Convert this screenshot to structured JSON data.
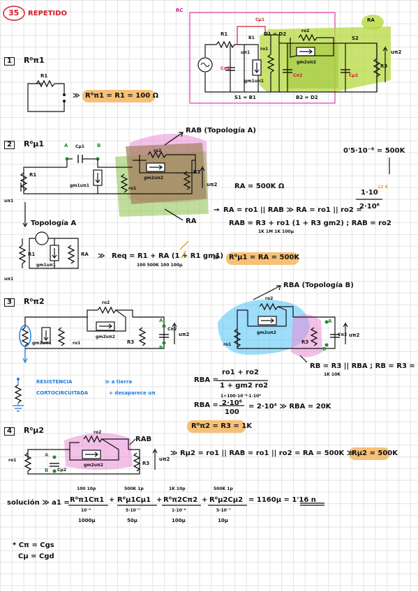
{
  "header": {
    "number": "35",
    "title": "REPETIDO"
  },
  "topdiagram": {
    "rc": "RC",
    "cmu1": "Cμ1",
    "r1": "R1",
    "b1": "B1",
    "upi1": "uπ1",
    "cpi1": "Cπ1",
    "gm1": "gm1uπ1",
    "d1d2": "D1 = D2",
    "ro1": "ro1",
    "ro2": "ro2",
    "gm2": "gm2uπ2",
    "cpi2": "Cπ2",
    "cmu2": "Cμ2",
    "s2": "S2",
    "r3": "R3",
    "upi2": "uπ2",
    "s1b1": "S1 = B1",
    "b2d2": "B2 = D2",
    "ra": "RA"
  },
  "s1": {
    "num": "1",
    "title": "R⁰π1",
    "r1": "R1",
    "result": "R⁰π1 = R1 = 100 Ω"
  },
  "s2": {
    "num": "2",
    "title": "R⁰μ1",
    "a": "A",
    "cmu1": "Cμ1",
    "b": "B",
    "r1": "R1",
    "gm1": "gm1uπ1",
    "ro1": "ro1",
    "ro2": "ro2",
    "gm2": "gm2uπ2",
    "r3": "R3",
    "upi2": "uπ2",
    "upi1": "uπ1",
    "rab_label": "RAB (Topología A)",
    "ra_val": "RA = 500K Ω",
    "ra_label": "RA",
    "f1": "0'5·10⁻⁶ = 500K",
    "f2n": "1·10",
    "f2exp": "12 6",
    "f2d": "2·10⁶",
    "ra_eq": "RA = ro1 || RAB ≫ RA = ro1 || ro2 =",
    "rab_eq": "RAB = R3 + ro1 (1 + R3 gm2) ; RAB = ro2",
    "rab_sub": "1K   1M      1K  100μ",
    "topo": "Topología A",
    "r1b": "R1",
    "gm1b": "gm1uπ1",
    "rab": "RA",
    "upi1b": "uπ1",
    "req": "Req = R1 + RA (1 + R1 gm1)",
    "req_sub": "100  500K   100 100μ",
    "result": "R⁰μ1 = RA = 500K"
  },
  "s3": {
    "num": "3",
    "title": "R⁰π2",
    "ro2": "ro2",
    "gm1": "gm1uπ1",
    "ro1": "ro1",
    "gm2": "gm2uπ2",
    "r3": "R3",
    "a": "A",
    "cpi2": "Cπ2",
    "b": "B",
    "upi2": "uπ2",
    "rba_label": "RBA (Topología B)",
    "ro2b": "ro2",
    "ro1b": "ro1",
    "gm2b": "gm2uπ2",
    "r3b": "R3",
    "ab": "A",
    "bb": "B",
    "cpi2b": "Cπ2",
    "upi2b": "uπ2",
    "rb_eq": "RB = R3 || RBA ; RB = R3 = 1K",
    "rb_sub": "1K   10K",
    "rba_frac_n": "ro1 + ro2",
    "rba_frac_d": "1 + gm2 ro2",
    "rba_num_sub": "1+100·10⁻⁶·1·10⁶",
    "rba2_n": "2·10⁶",
    "rba2_d": "100",
    "rba2_res": "= 2·10⁴ ≫ RBA = 20K",
    "rba": "RBA =",
    "rba2": "RBA =",
    "res_short": "RESISTENCIA",
    "res_short2": "CORTOCIRCUITADA",
    "ground": "≫ a tierra",
    "disappears": "+ desaparece uπ",
    "result": "R⁰π2 = R3 = 1K"
  },
  "s4": {
    "num": "4",
    "title": "R⁰μ2",
    "ro1": "ro1",
    "ro2": "ro2",
    "a": "A",
    "b": "B",
    "cmu2": "Cμ2",
    "gm2": "gm2uπ2",
    "rab": "RAB",
    "r3": "R3",
    "upi2": "uπ2",
    "eq": "≫ Rμ2 = ro1 || RAB = ro1 || ro2 = RA = 500K ≫",
    "result": "Rμ2 = 500K"
  },
  "sol": {
    "label": "solución ≫ a1 =",
    "t1": "R⁰π1Cπ1",
    "t2": "R⁰μ1Cμ1",
    "t3": "R⁰π2Cπ2",
    "t4": "R⁰μ2Cμ2",
    "o1": "100   10p",
    "o2": "500K  1p",
    "o3": "1K   10p",
    "o4": "500K  1p",
    "u1": "10⁻⁹",
    "u2": "5·10⁻⁷",
    "u3": "1·10⁻⁸",
    "u4": "5·10⁻⁷",
    "v1": "1000μ",
    "v2": "50μ",
    "v3": "100μ",
    "v4": "10μ",
    "result": "= 1160μ = 1'16 n"
  },
  "notes": {
    "n1": "* Cπ = Cgs",
    "n2": "Cμ = Cgd"
  }
}
